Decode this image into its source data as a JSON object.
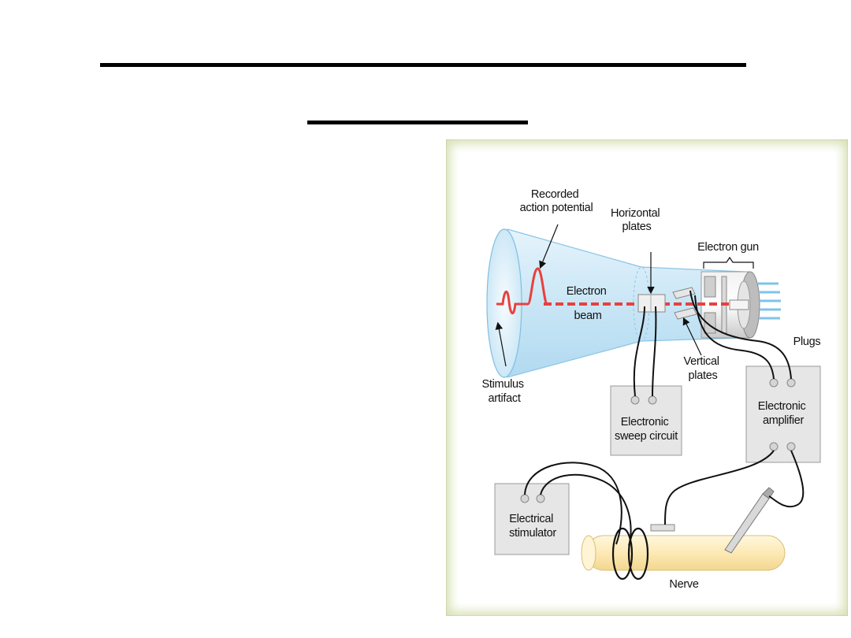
{
  "figure": {
    "labels": {
      "recorded_action_potential": [
        "Recorded",
        "action potential"
      ],
      "horizontal_plates": [
        "Horizontal",
        "plates"
      ],
      "electron_gun": [
        "Electron gun"
      ],
      "electron_beam": [
        "Electron",
        "beam"
      ],
      "plugs": [
        "Plugs"
      ],
      "vertical_plates": [
        "Vertical",
        "plates"
      ],
      "stimulus_artifact": [
        "Stimulus",
        "artifact"
      ],
      "electronic_sweep_circuit": [
        "Electronic",
        "sweep circuit"
      ],
      "electronic_amplifier": [
        "Electronic",
        "amplifier"
      ],
      "electrical_stimulator": [
        "Electrical",
        "stimulator"
      ],
      "nerve": [
        "Nerve"
      ]
    },
    "colors": {
      "frame": "#d9e2b8",
      "tube_glass": "#cfe9f7",
      "beam": "#e8403e",
      "trace": "#e8403e",
      "box": "#e6e6e6",
      "nerve": "#fdeec4",
      "wire": "#111111"
    }
  }
}
